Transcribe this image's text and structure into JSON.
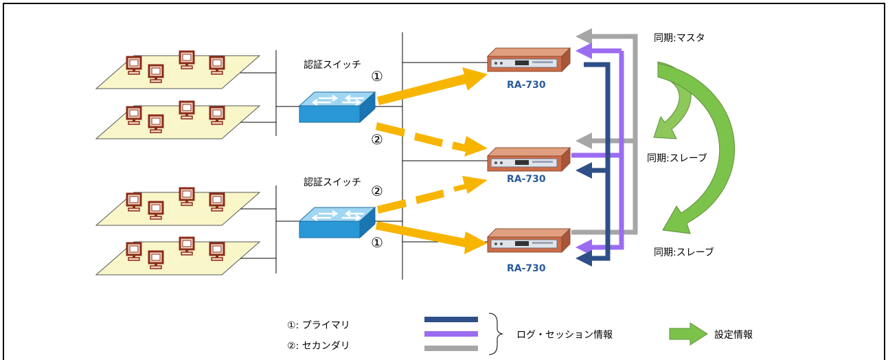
{
  "switches": [
    {
      "label": "認証スイッチ"
    },
    {
      "label": "認証スイッチ"
    }
  ],
  "servers": [
    {
      "model": "RA-730",
      "role": "同期:マスタ"
    },
    {
      "model": "RA-730",
      "role": "同期:スレーブ"
    },
    {
      "model": "RA-730",
      "role": "同期:スレーブ"
    }
  ],
  "connections": {
    "primary_marker": "①",
    "secondary_marker": "②"
  },
  "legend": {
    "primary": "①: プライマリ",
    "secondary": "②: セカンダリ",
    "log_session": "ログ・セッション情報",
    "settings": "設定情報"
  },
  "colors": {
    "yellow_arrow": "#f7b500",
    "dark_blue": "#2e4f87",
    "purple": "#9b6cf2",
    "gray": "#a6a6a6",
    "green": "#7cc34b",
    "switch_blue": "#2b9ad8",
    "server_body": "#c96a45",
    "floor": "#f7f4c8"
  }
}
